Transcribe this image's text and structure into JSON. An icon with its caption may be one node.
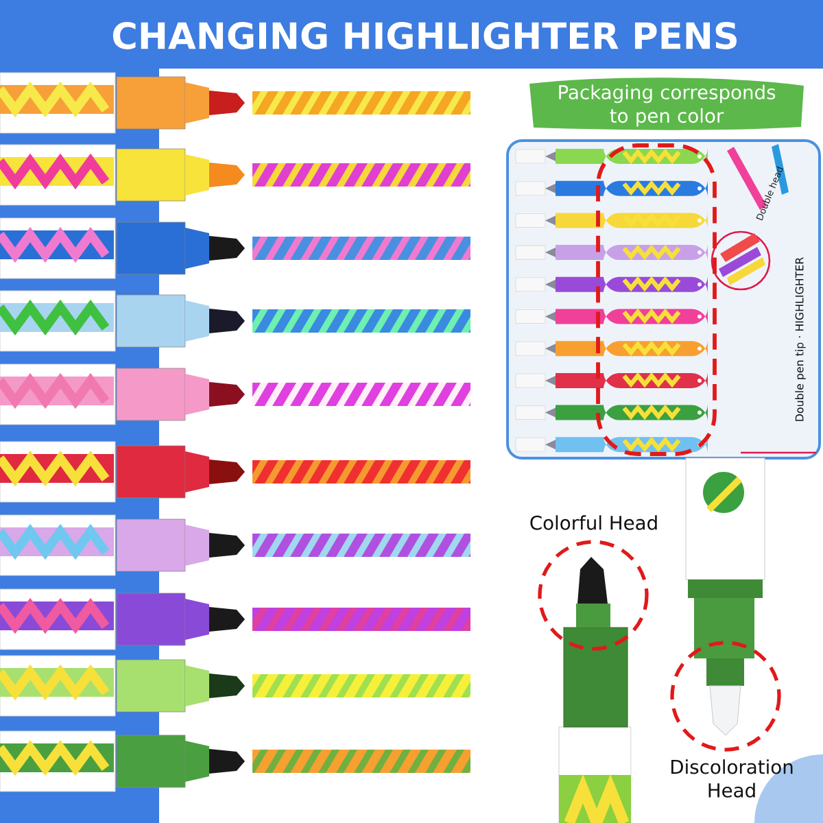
{
  "diagram": {
    "title": "CHANGING HIGHLIGHTER PENS",
    "labels": [
      "Packaging corresponds to pen color",
      "Double head",
      "Double pen tip · HIGHLIGHTER",
      "Colorful Head",
      "Discoloration Head"
    ]
  }
}
